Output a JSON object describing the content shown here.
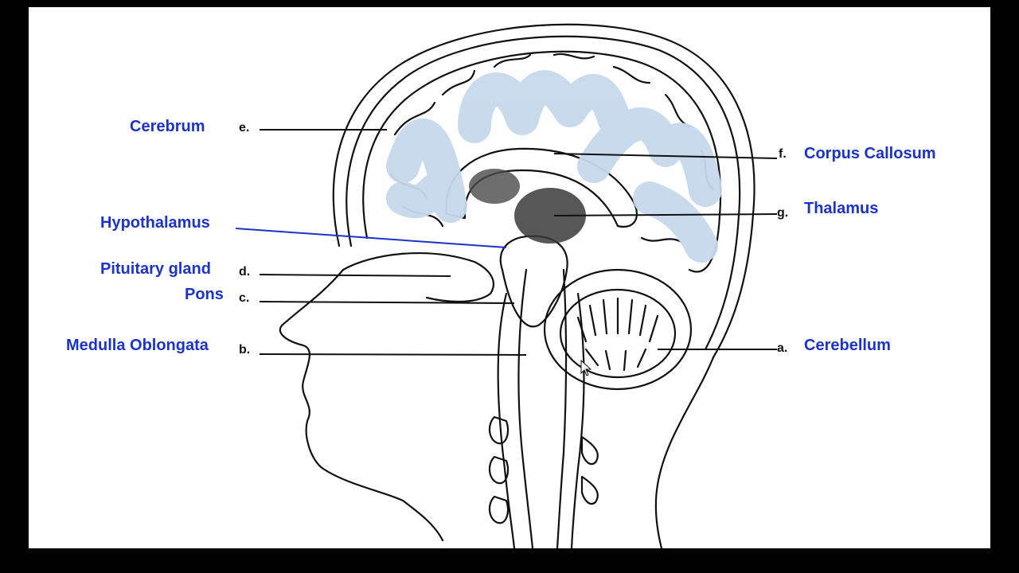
{
  "labels": {
    "cerebrum": "Cerebrum",
    "corpus_callosum": "Corpus Callosum",
    "thalamus": "Thalamus",
    "hypothalamus": "Hypothalamus",
    "pituitary": "Pituitary gland",
    "pons": "Pons",
    "medulla": "Medulla Oblongata",
    "cerebellum": "Cerebellum"
  },
  "letters": {
    "a": "a.",
    "b": "b.",
    "c": "c.",
    "d": "d.",
    "e": "e.",
    "f": "f.",
    "g": "g."
  },
  "colors": {
    "label": "#1b33c8",
    "highlight": "#c7d9ec",
    "frame": "#000000",
    "line": "#111111"
  }
}
